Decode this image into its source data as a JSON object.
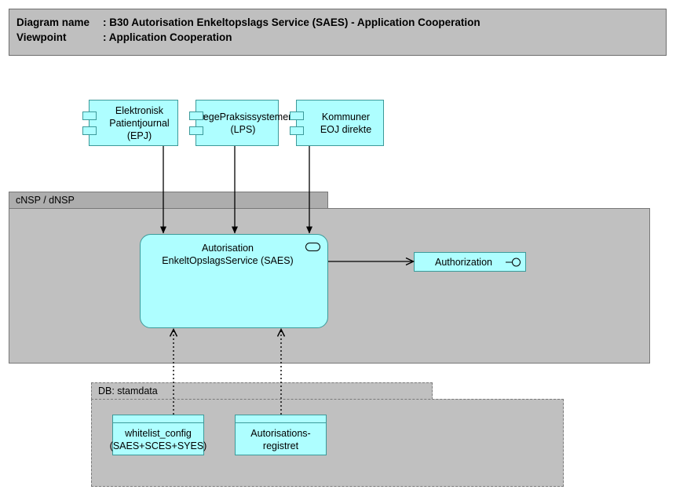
{
  "header": {
    "line1_label": "Diagram name",
    "line1_sep": ": ",
    "line1_value": "B30 Autorisation Enkeltopslags Service (SAES) - Application Cooperation",
    "line2_label": "Viewpoint",
    "line2_sep": ": ",
    "line2_value": "Application Cooperation"
  },
  "colors": {
    "element_fill": "#aefeff",
    "element_border": "#3c9a9a",
    "group_fill": "#c0c0c0",
    "group_header_fill": "#adadad",
    "group_border": "#787878",
    "title_fill": "#bfbfbf",
    "line": "#000000"
  },
  "components": [
    {
      "id": "epj",
      "label": "Elektronisk Patientjournal (EPJ)",
      "icon": "application-component-icon"
    },
    {
      "id": "lps",
      "label": "LægePraksissystemer (LPS)",
      "icon": "application-component-icon"
    },
    {
      "id": "kommuner",
      "label": "Kommuner EOJ direkte",
      "icon": "application-component-icon"
    }
  ],
  "groups": [
    {
      "id": "cnsp",
      "label": "cNSP / dNSP",
      "style": "solid"
    },
    {
      "id": "stamdata",
      "label": "DB: stamdata",
      "style": "dashed"
    }
  ],
  "service": {
    "id": "saes",
    "label": "Autorisation EnkeltOpslagsService (SAES)",
    "icon": "application-service-icon"
  },
  "interface": {
    "id": "authorization",
    "label": "Authorization",
    "icon": "application-interface-icon"
  },
  "data_objects": [
    {
      "id": "whitelist",
      "label": "whitelist_config (SAES+SCES+SYES)",
      "icon": "data-object-icon"
    },
    {
      "id": "autoreg",
      "label": "Autorisations-registret",
      "icon": "data-object-icon"
    }
  ],
  "relationships": [
    {
      "from": "epj",
      "to": "saes",
      "style": "solid",
      "arrow": "filled-triangle"
    },
    {
      "from": "lps",
      "to": "saes",
      "style": "solid",
      "arrow": "filled-triangle"
    },
    {
      "from": "kommuner",
      "to": "saes",
      "style": "solid",
      "arrow": "filled-triangle"
    },
    {
      "from": "saes",
      "to": "authorization",
      "style": "solid",
      "arrow": "open"
    },
    {
      "from": "whitelist",
      "to": "saes",
      "style": "dotted",
      "arrow": "open"
    },
    {
      "from": "autoreg",
      "to": "saes",
      "style": "dotted",
      "arrow": "open"
    }
  ]
}
